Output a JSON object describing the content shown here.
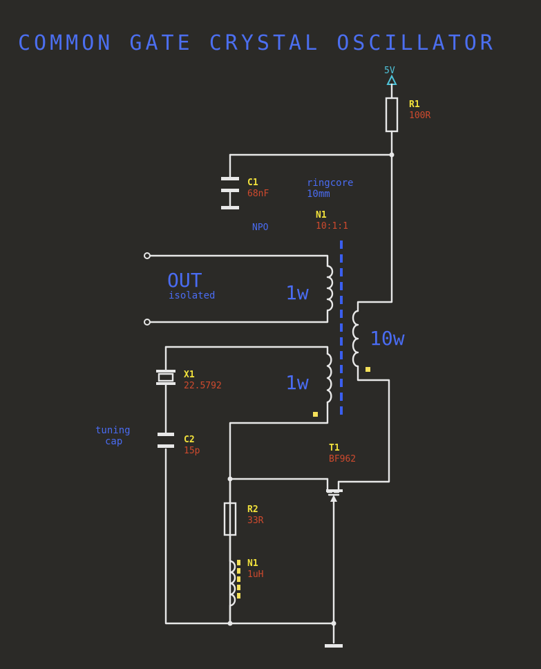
{
  "title": "COMMON GATE CRYSTAL OSCILLATOR",
  "supply": "5V",
  "components": {
    "r1": {
      "ref": "R1",
      "value": "100R"
    },
    "c1": {
      "ref": "C1",
      "value": "68nF"
    },
    "transformer": {
      "ref": "N1",
      "value": "10:1:1",
      "core_line1": "ringcore",
      "core_line2": "10mm",
      "material": "NPO"
    },
    "x1": {
      "ref": "X1",
      "value": "22.5792"
    },
    "c2": {
      "ref": "C2",
      "value": "15p",
      "note_line1": "tuning",
      "note_line2": "cap"
    },
    "t1": {
      "ref": "T1",
      "value": "BF962"
    },
    "r2": {
      "ref": "R2",
      "value": "33R"
    },
    "n1_choke": {
      "ref": "N1",
      "value": "1uH"
    }
  },
  "windings": {
    "out": "1w",
    "primary": "10w",
    "feedback": "1w"
  },
  "output": {
    "label": "OUT",
    "sublabel": "isolated"
  },
  "colors": {
    "background": "#2b2a27",
    "title": "#4c6ff0",
    "ref": "#f2e23c",
    "value": "#cf4a2e",
    "wire": "#e8e8e8",
    "supply": "#4fc3d9"
  }
}
